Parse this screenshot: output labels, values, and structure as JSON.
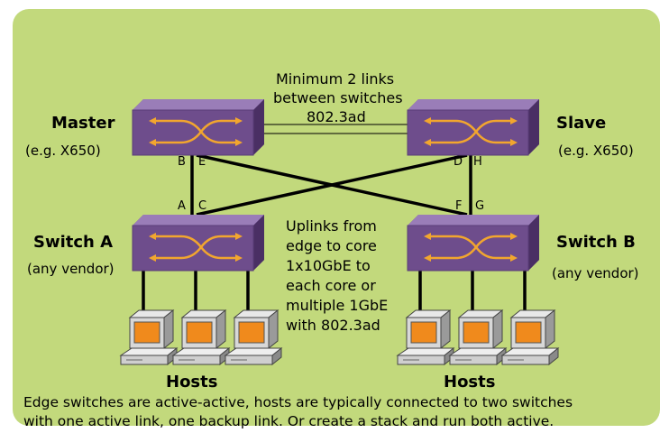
{
  "links_note": {
    "line1": "Minimum 2 links",
    "line2": "between switches",
    "line3": "802.3ad"
  },
  "master": {
    "name": "Master",
    "model": "(e.g. X650)",
    "port1": "B",
    "port2": "E"
  },
  "slave": {
    "name": "Slave",
    "model": "(e.g. X650)",
    "port1": "D",
    "port2": "H"
  },
  "switch_a": {
    "name": "Switch A",
    "vendor": "(any vendor)",
    "port1": "A",
    "port2": "C"
  },
  "switch_b": {
    "name": "Switch B",
    "vendor": "(any vendor)",
    "port1": "F",
    "port2": "G"
  },
  "uplinks_note": {
    "line1": "Uplinks from",
    "line2": "edge to core",
    "line3": "1x10GbE to",
    "line4": "each core  or",
    "line5": "multiple 1GbE",
    "line6": "with 802.3ad"
  },
  "hosts_left": "Hosts",
  "hosts_right": "Hosts",
  "caption": {
    "line1": "Edge switches are active-active, hosts are typically connected to two switches",
    "line2": "with one active link, one backup link. Or create a stack and run both active."
  },
  "colors": {
    "background": "#c2d97c",
    "switch": "#6e4d8c",
    "arrow": "#f2a62e",
    "monitor": "#f08a1c"
  }
}
